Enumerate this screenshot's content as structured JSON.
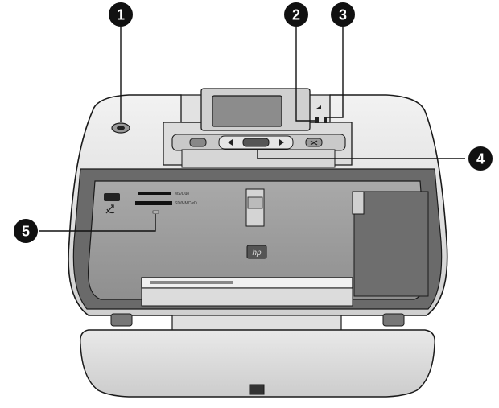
{
  "callouts": [
    {
      "number": "1",
      "target": "power button"
    },
    {
      "number": "2",
      "target": "red-eye / status light"
    },
    {
      "number": "3",
      "target": "battery indicator light"
    },
    {
      "number": "4",
      "target": "control panel"
    },
    {
      "number": "5",
      "target": "memory card slots"
    }
  ],
  "slots": {
    "top_label": "MS/Duo",
    "bottom_label": "SD/MMC/xD"
  },
  "logo": {
    "text": "hp"
  },
  "colors": {
    "body_light": "#e6e6e6",
    "body_mid": "#bdbdbd",
    "body_dark": "#5a5a5a",
    "outline": "#1a1a1a",
    "screen": "#8c8c8c",
    "callout_fill": "#111111"
  }
}
